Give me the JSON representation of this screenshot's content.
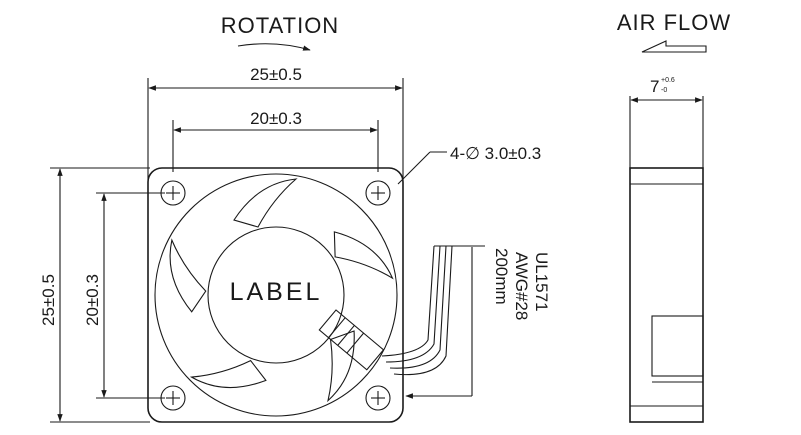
{
  "title_rotation": "ROTATION",
  "title_airflow": "AIR FLOW",
  "front_view": {
    "overall_width": "25±0.5",
    "hole_spacing_width": "20±0.3",
    "overall_height": "25±0.5",
    "hole_spacing_height": "20±0.3",
    "hole_callout": "4-∅ 3.0±0.3",
    "label_text": "LABEL"
  },
  "cable": {
    "standard": "UL1571",
    "gauge": "AWG#28",
    "length": "200mm"
  },
  "side_view": {
    "thickness": "7",
    "tol_plus": "+0.6",
    "tol_minus": "-0"
  },
  "colors": {
    "line": "#1a1a1a",
    "background": "#ffffff"
  }
}
